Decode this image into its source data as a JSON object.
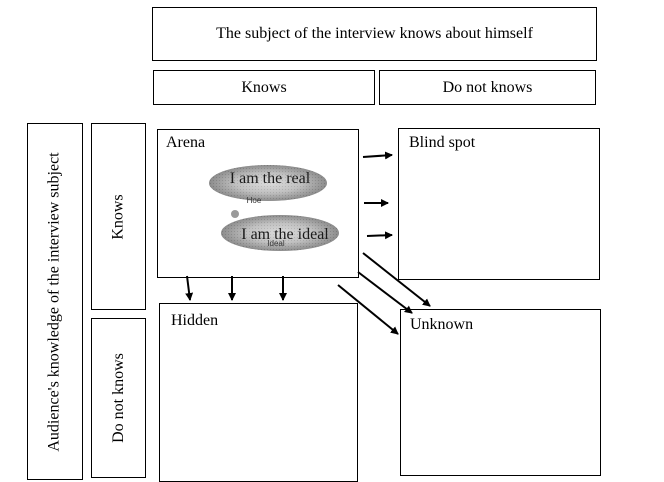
{
  "diagram": {
    "header": "The subject of the interview knows about himself",
    "col_knows": "Knows",
    "col_do_not_knows": "Do not knows",
    "side_axis": "Audience's knowledge of the interview subject",
    "row_knows": "Knows",
    "row_do_not_knows": "Do not knows",
    "quadrants": {
      "arena": "Arena",
      "blind_spot": "Blind spot",
      "hidden": "Hidden",
      "unknown": "Unknown"
    },
    "bubble_top": "I am the real",
    "bubble_bottom": "I am the ideal",
    "bubble_top_sub": "Hoe",
    "bubble_bottom_sub": "Ideal"
  }
}
